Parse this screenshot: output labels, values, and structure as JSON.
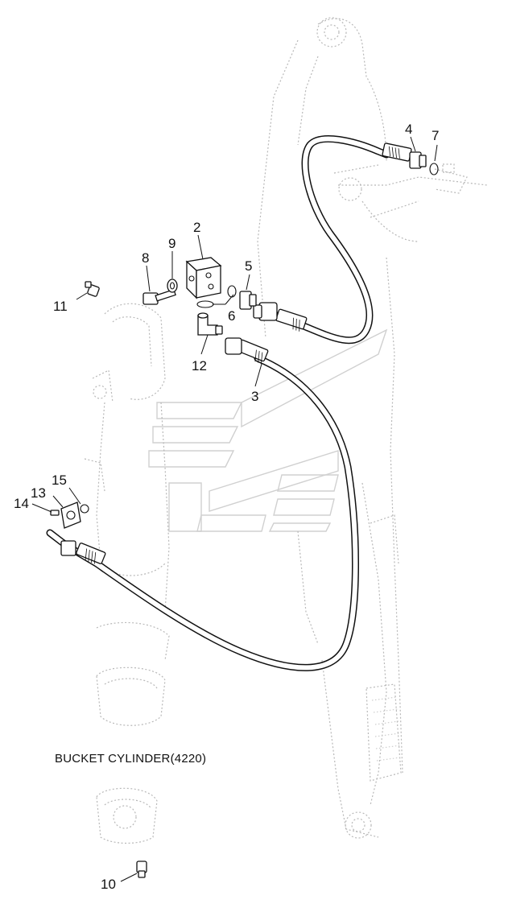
{
  "callouts": {
    "c2": "2",
    "c3": "3",
    "c4": "4",
    "c5": "5",
    "c6": "6",
    "c7": "7",
    "c8": "8",
    "c9": "9",
    "c10": "10",
    "c11": "11",
    "c12": "12",
    "c13": "13",
    "c14": "14",
    "c15": "15"
  },
  "caption": "BUCKET CYLINDER(4220)"
}
